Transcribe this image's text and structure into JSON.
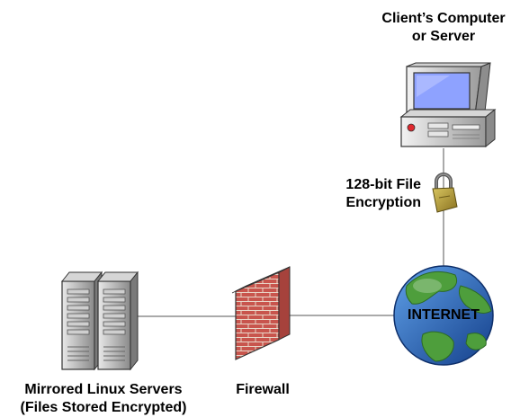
{
  "labels": {
    "client": [
      "Client’s Computer",
      "or Server"
    ],
    "encryption": [
      "128-bit File",
      "Encryption"
    ],
    "internet": "INTERNET",
    "servers": [
      "Mirrored Linux Servers",
      "(Files Stored Encrypted)"
    ],
    "firewall": "Firewall"
  },
  "nodes": [
    {
      "id": "client",
      "icon": "desktop-computer-icon"
    },
    {
      "id": "lock",
      "icon": "padlock-icon"
    },
    {
      "id": "internet",
      "icon": "globe-icon"
    },
    {
      "id": "firewall",
      "icon": "brick-wall-icon"
    },
    {
      "id": "servers",
      "icon": "tower-server-icon"
    }
  ],
  "colors": {
    "line": "#555555",
    "brick": "#c0504d",
    "globe_ocean": "#1f5fb0",
    "globe_land": "#4a9a3a",
    "screen": "#8ea2ff",
    "lock_body": "#b8a13a"
  }
}
